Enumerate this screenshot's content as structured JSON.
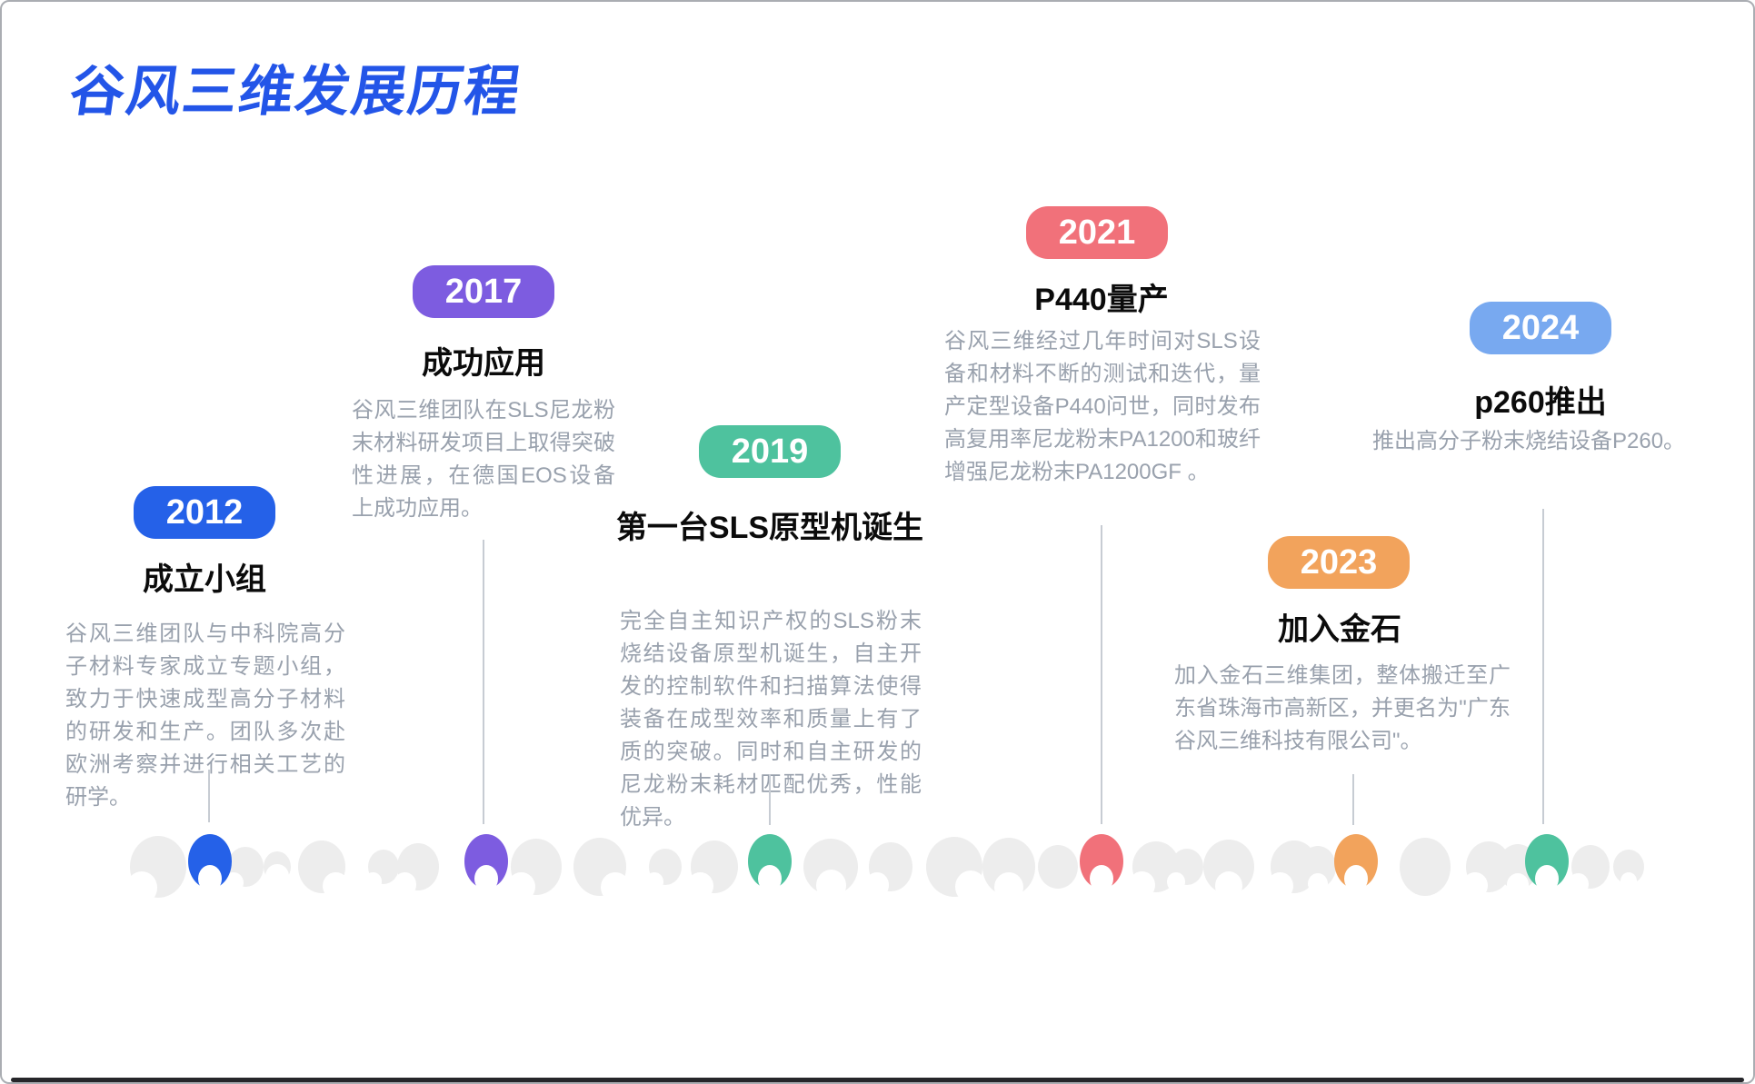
{
  "page": {
    "title": "谷风三维发展历程"
  },
  "colors": {
    "title": "#2355e8",
    "description_text": "#99a1ad",
    "connector": "#c7ccd3",
    "decor_blob": "#ededed"
  },
  "milestones": [
    {
      "year": "2012",
      "title": "成立小组",
      "desc": "谷风三维团队与中科院高分子材料专家成立专题小组，致力于快速成型高分子材料的研发和生产。团队多次赴欧洲考察并进行相关工艺的研学。",
      "color": "#2561e8",
      "dot_color": "#2561e8"
    },
    {
      "year": "2017",
      "title": "成功应用",
      "desc": "谷风三维团队在SLS尼龙粉末材料研发项目上取得突破性进展，在德国EOS设备上成功应用。",
      "color": "#7d5ce0",
      "dot_color": "#7d5ce0"
    },
    {
      "year": "2019",
      "title": "第一台SLS原型机诞生",
      "desc": "完全自主知识产权的SLS粉末烧结设备原型机诞生，自主开发的控制软件和扫描算法使得装备在成型效率和质量上有了质的突破。同时和自主研发的尼龙粉末耗材匹配优秀，性能优异。",
      "color": "#4ec29e",
      "dot_color": "#4ec29e"
    },
    {
      "year": "2021",
      "title": "P440量产",
      "desc": "谷风三维经过几年时间对SLS设备和材料不断的测试和迭代，量产定型设备P440问世，同时发布高复用率尼龙粉末PA1200和玻纤增强尼龙粉末PA1200GF 。",
      "color": "#f1717a",
      "dot_color": "#f1717a"
    },
    {
      "year": "2023",
      "title": "加入金石",
      "desc": "加入金石三维集团，整体搬迁至广东省珠海市高新区，并更名为\"广东谷风三维科技有限公司\"。",
      "color": "#f2a35c",
      "dot_color": "#f2a35c"
    },
    {
      "year": "2024",
      "title": "p260推出",
      "desc": "推出高分子粉末烧结设备P260。",
      "color": "#78a9f0",
      "dot_color": "#4ec29e"
    }
  ]
}
